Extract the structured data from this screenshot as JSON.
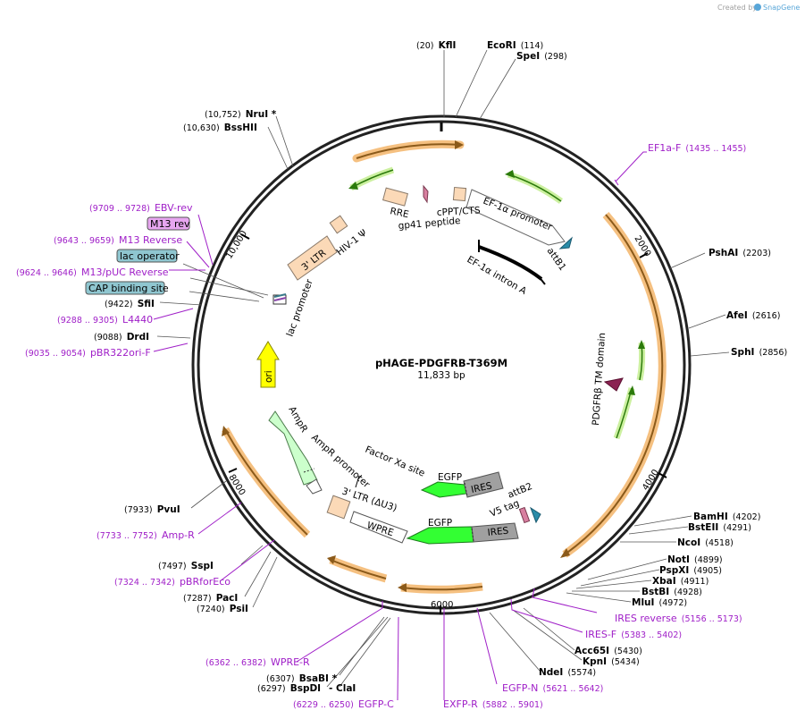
{
  "credit": {
    "text": "Created by",
    "brand": "SnapGene"
  },
  "plasmid": {
    "name": "pHAGE-PDGFRB-T369M",
    "size": "11,833 bp"
  },
  "ticks": [
    "2000",
    "4000",
    "6000",
    "8000",
    "10,000"
  ],
  "restriction_sites": [
    {
      "num": "(20)",
      "name": "KflI"
    },
    {
      "name": "EcoRI",
      "num": "(114)"
    },
    {
      "name": "SpeI",
      "num": "(298)"
    },
    {
      "num": "(10,752)",
      "name": "NruI *"
    },
    {
      "num": "(10,630)",
      "name": "BssHII"
    },
    {
      "name": "PshAI",
      "num": "(2203)"
    },
    {
      "name": "AfeI",
      "num": "(2616)"
    },
    {
      "name": "SphI",
      "num": "(2856)"
    },
    {
      "name": "BamHI",
      "num": "(4202)"
    },
    {
      "name": "BstEII",
      "num": "(4291)"
    },
    {
      "name": "NcoI",
      "num": "(4518)"
    },
    {
      "name": "NotI",
      "num": "(4899)"
    },
    {
      "name": "PspXI",
      "num": "(4905)"
    },
    {
      "name": "XbaI",
      "num": "(4911)"
    },
    {
      "name": "BstBI",
      "num": "(4928)"
    },
    {
      "name": "MluI",
      "num": "(4972)"
    },
    {
      "name": "Acc65I",
      "num": "(5430)"
    },
    {
      "name": "KpnI",
      "num": "(5434)"
    },
    {
      "name": "NdeI",
      "num": "(5574)"
    },
    {
      "num": "(9422)",
      "name": "SfiI"
    },
    {
      "num": "(9088)",
      "name": "DrdI"
    },
    {
      "num": "(7933)",
      "name": "PvuI"
    },
    {
      "num": "(7497)",
      "name": "SspI"
    },
    {
      "num": "(7287)",
      "name": "PacI"
    },
    {
      "num": "(7240)",
      "name": "PsiI"
    },
    {
      "num": "(6307)",
      "name": "BsaBI *"
    },
    {
      "num": "(6297)",
      "name": "BspDI"
    },
    {
      "name": "ClaI",
      "prefix": "- "
    }
  ],
  "primers": [
    {
      "name": "EF1a-F",
      "range": "(1435 .. 1455)"
    },
    {
      "name": "EBV-rev",
      "range": "(9709 .. 9728)"
    },
    {
      "name": "M13 Reverse",
      "range": "(9643 .. 9659)"
    },
    {
      "name": "M13/pUC Reverse",
      "range": "(9624 .. 9646)"
    },
    {
      "name": "L4440",
      "range": "(9288 .. 9305)"
    },
    {
      "name": "pBR322ori-F",
      "range": "(9035 .. 9054)"
    },
    {
      "name": "IRES reverse",
      "range": "(5156 .. 5173)"
    },
    {
      "name": "IRES-F",
      "range": "(5383 .. 5402)"
    },
    {
      "name": "EGFP-N",
      "range": "(5621 .. 5642)"
    },
    {
      "name": "EXFP-R",
      "range": "(5882 .. 5901)"
    },
    {
      "name": "EGFP-C",
      "range": "(6229 .. 6250)"
    },
    {
      "name": "WPRE-R",
      "range": "(6362 .. 6382)"
    },
    {
      "name": "Amp-R",
      "range": "(7733 .. 7752)"
    },
    {
      "name": "pBRforEco",
      "range": "(7324 .. 7342)"
    }
  ],
  "boxed_labels": [
    {
      "text": "M13 rev",
      "color": "#e7a6f0"
    },
    {
      "text": "lac operator",
      "color": "#8fc6d0"
    },
    {
      "text": "CAP binding site",
      "color": "#8fc6d0"
    }
  ],
  "features": [
    "RRE",
    "gp41 peptide",
    "cPPT/CTS",
    "EF-1α promoter",
    "attB1",
    "EF-1α intron A",
    "HIV-1 Ψ",
    "3' LTR",
    "lac promoter",
    "ori",
    "AmpR",
    "AmpR promoter",
    "PDGFRβ TM domain",
    "Factor Xa site",
    "EGFP",
    "IRES",
    "attB2",
    "V5 tag",
    "3' LTR (ΔU3)",
    "WPRE"
  ],
  "colors": {
    "primer": "#a020c8",
    "orf_orange": "#f5c080",
    "green_arrow": "#33ff33",
    "ires_gray": "#a0a0a0",
    "ampr_fill": "#ccffcc",
    "ori_fill": "#ffff00",
    "ltr_fill": "#fbd9b7",
    "tm_domain": "#8b2252",
    "att_blue": "#2a8ca8"
  }
}
